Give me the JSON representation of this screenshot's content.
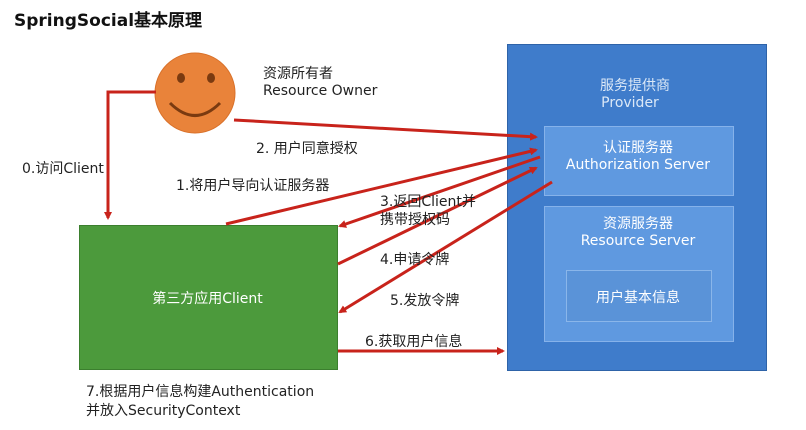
{
  "title": "SpringSocial基本原理",
  "owner": {
    "line1": "资源所有者",
    "line2": "Resource Owner"
  },
  "provider": {
    "line1": "服务提供商",
    "line2": "Provider"
  },
  "auth_server": {
    "line1": "认证服务器",
    "line2": "Authorization Server"
  },
  "resource_server": {
    "line1": "资源服务器",
    "line2": "Resource Server"
  },
  "user_info": "用户基本信息",
  "client": "第三方应用Client",
  "steps": {
    "s0": "0.访问Client",
    "s1": "1.将用户导向认证服务器",
    "s2": "2. 用户同意授权",
    "s3a": "3.返回Client并",
    "s3b": "携带授权码",
    "s4": "4.申请令牌",
    "s5": "5.发放令牌",
    "s6": "6.获取用户信息",
    "s7a": "7.根据用户信息构建Authentication",
    "s7b": "并放入SecurityContext"
  },
  "colors": {
    "arrow": "#c8231b",
    "provider": "#3f7ccb",
    "server_box": "#5f99e0",
    "client": "#4c9a3c",
    "smiley": "#e9833a"
  }
}
